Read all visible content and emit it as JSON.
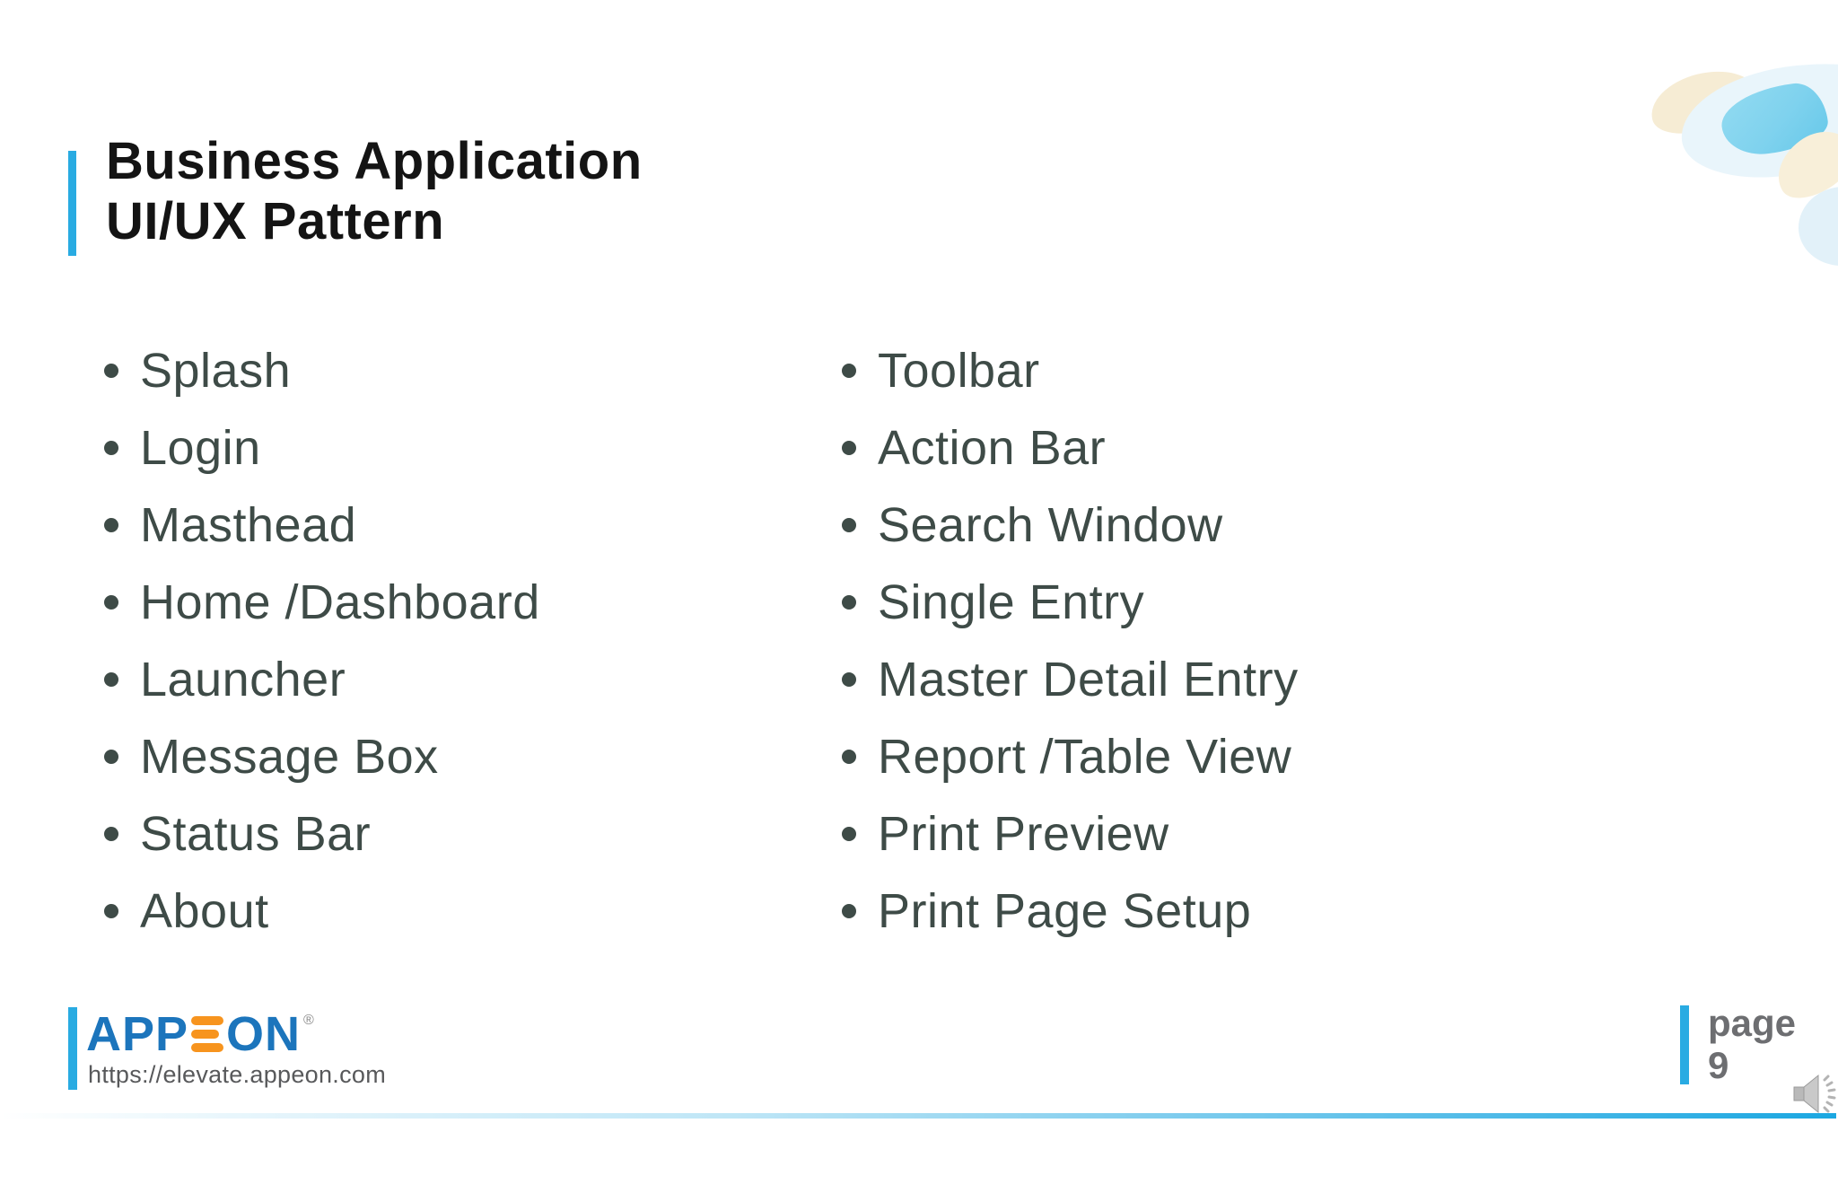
{
  "slide": {
    "title": {
      "line1": "Business Application",
      "line2": "UI/UX Pattern"
    },
    "bullets": {
      "left": [
        "Splash",
        "Login",
        "Masthead",
        "Home /Dashboard",
        "Launcher",
        "Message Box",
        "Status Bar",
        "About"
      ],
      "right": [
        "Toolbar",
        "Action Bar",
        "Search Window",
        "Single Entry",
        "Master Detail Entry",
        "Report /Table View",
        "Print Preview",
        "Print Page Setup"
      ]
    }
  },
  "footer": {
    "logo": {
      "prefix": "APP",
      "suffix": "ON",
      "registered_mark": "®",
      "url": "https://elevate.appeon.com"
    },
    "page": {
      "label": "page",
      "number": "9"
    }
  },
  "icons": {
    "speaker": "speaker-audio-icon",
    "logo_e": "appeon-logo-e-bars"
  },
  "colors": {
    "accent_cyan": "#29ABE2",
    "logo_blue": "#1C75BC",
    "logo_orange": "#F7941E",
    "title_text": "#141414",
    "bullet_text": "#3E4B47",
    "page_text": "#6D6E71",
    "url_text": "#58595B"
  }
}
